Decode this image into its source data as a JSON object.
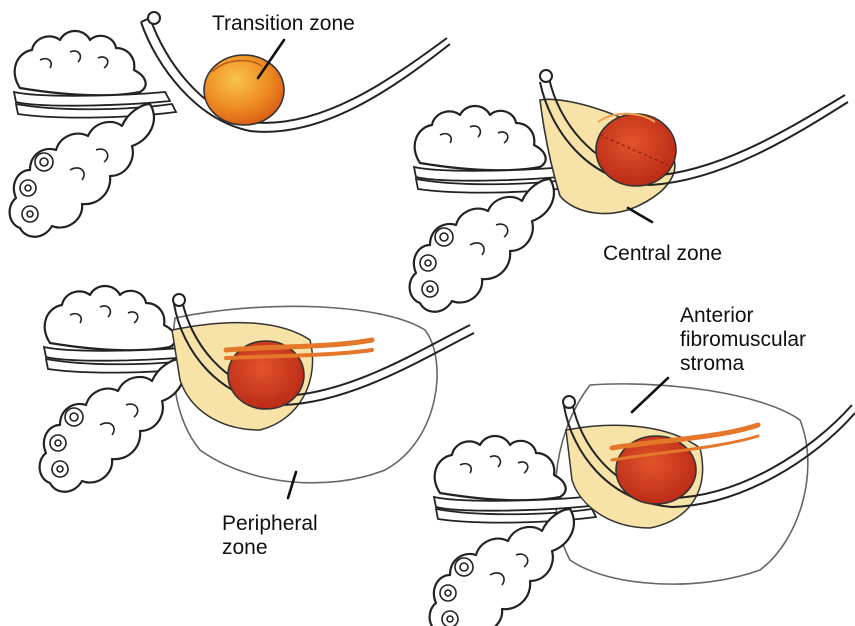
{
  "labels": {
    "transition_zone": "Transition zone",
    "central_zone": "Central zone",
    "peripheral_zone_line1": "Peripheral",
    "peripheral_zone_line2": "zone",
    "afs_line1": "Anterior",
    "afs_line2": "fibromuscular",
    "afs_line3": "stroma"
  },
  "colors": {
    "transition_zone": "#e8761c",
    "transition_zone_highlight": "#f6b23c",
    "central_zone": "#f7e3a8",
    "red_lobe": "#c8311c",
    "peripheral_outline": "#888888"
  }
}
